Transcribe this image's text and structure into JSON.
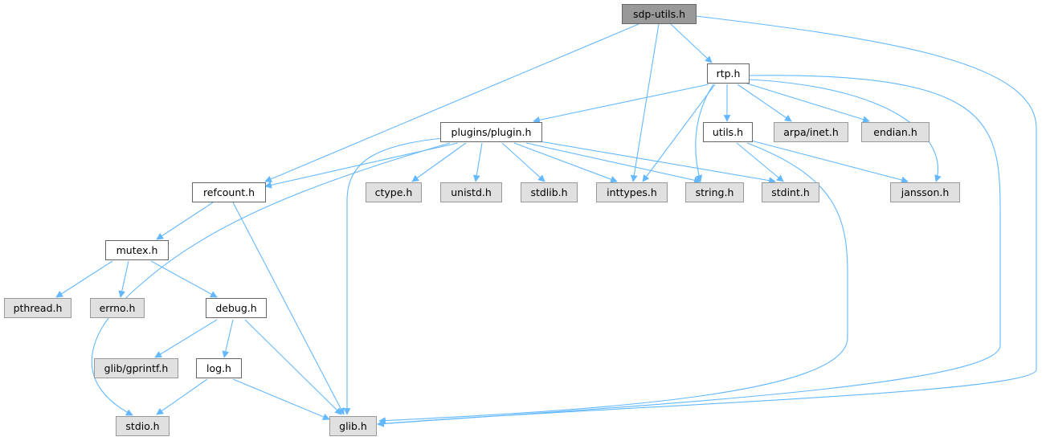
{
  "diagram": {
    "colors": {
      "edge": "#63b8ff",
      "root_fill": "#999999",
      "system_fill": "#e0e0e0",
      "local_fill": "#ffffff"
    },
    "nodes": {
      "sdp_utils": {
        "label": "sdp-utils.h"
      },
      "rtp": {
        "label": "rtp.h"
      },
      "plugin": {
        "label": "plugins/plugin.h"
      },
      "utils": {
        "label": "utils.h"
      },
      "arpa": {
        "label": "arpa/inet.h"
      },
      "endian": {
        "label": "endian.h"
      },
      "refcount": {
        "label": "refcount.h"
      },
      "ctype": {
        "label": "ctype.h"
      },
      "unistd": {
        "label": "unistd.h"
      },
      "stdlib": {
        "label": "stdlib.h"
      },
      "inttypes": {
        "label": "inttypes.h"
      },
      "string": {
        "label": "string.h"
      },
      "stdint": {
        "label": "stdint.h"
      },
      "jansson": {
        "label": "jansson.h"
      },
      "mutex": {
        "label": "mutex.h"
      },
      "pthread": {
        "label": "pthread.h"
      },
      "errno": {
        "label": "errno.h"
      },
      "debug": {
        "label": "debug.h"
      },
      "gprintf": {
        "label": "glib/gprintf.h"
      },
      "log": {
        "label": "log.h"
      },
      "stdio": {
        "label": "stdio.h"
      },
      "glib": {
        "label": "glib.h"
      }
    }
  }
}
